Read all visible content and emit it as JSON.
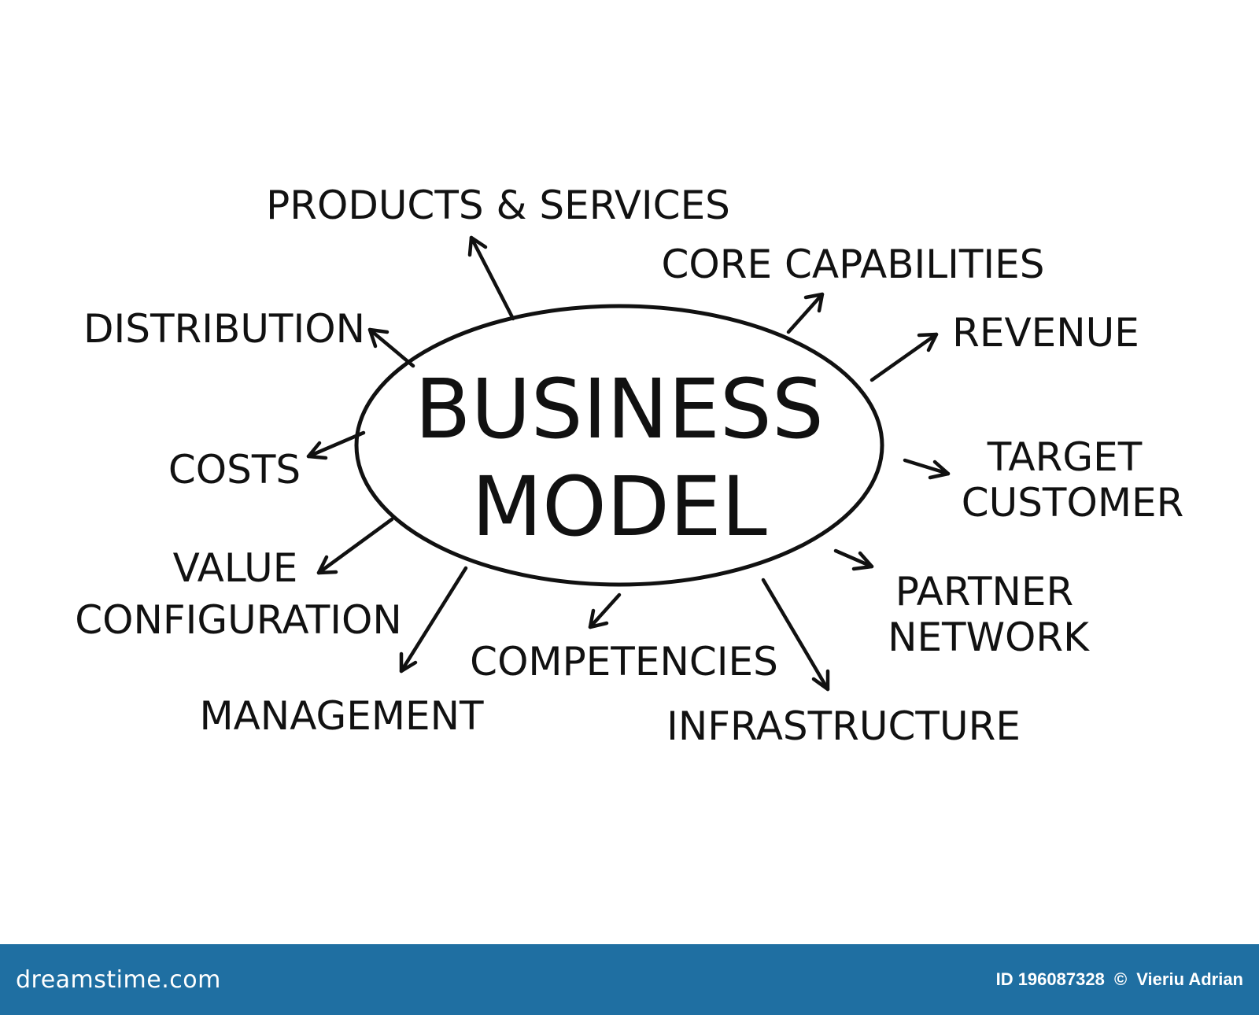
{
  "center": {
    "line1": "BUSINESS",
    "line2": "MODEL"
  },
  "nodes": {
    "products_services": "PRODUCTS & SERVICES",
    "core_capabilities": "CORE CAPABILITIES",
    "distribution": "DISTRIBUTION",
    "revenue": "REVENUE",
    "target_customer": [
      "TARGET",
      "CUSTOMER"
    ],
    "costs": "COSTS",
    "value_configuration": [
      "VALUE",
      "CONFIGURATION"
    ],
    "partner_network": [
      "PARTNER",
      "NETWORK"
    ],
    "competencies": "COMPETENCIES",
    "management": "MANAGEMENT",
    "infrastructure": "INFRASTRUCTURE"
  },
  "footer": {
    "brand": "dreamstime.com",
    "id_text": "ID 196087328",
    "copyright": "©",
    "author": "Vieriu Adrian",
    "background_color": "#1f6fa2"
  }
}
